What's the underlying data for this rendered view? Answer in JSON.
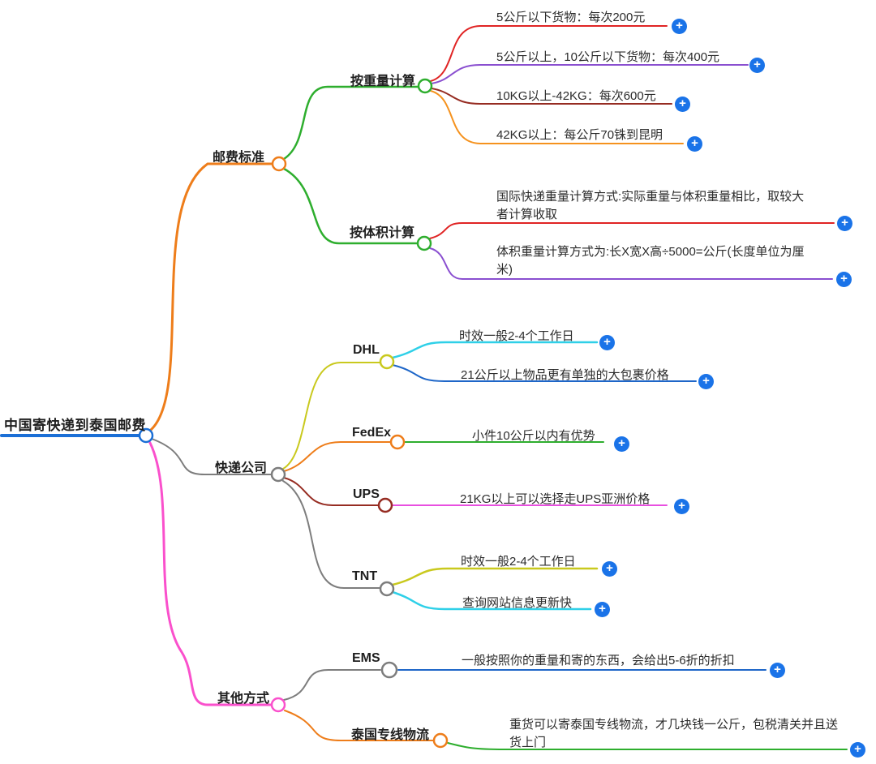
{
  "icons": {
    "plus": "+"
  },
  "colors": {
    "root_blue": "#1b6fd6",
    "orange": "#ee7d1a",
    "light_orange": "#f5921e",
    "gray": "#7d7d7d",
    "magenta": "#fa50cc",
    "pink": "#e84fe0",
    "green": "#2eae2e",
    "red": "#e02424",
    "purple": "#8a4fd0",
    "dark_red": "#962c22",
    "yellow": "#c9c91e",
    "cyan": "#2fd0e8",
    "blue": "#1e66c8",
    "plus_blue": "#1a73e8"
  },
  "root": {
    "label": "中国寄快递到泰国邮费"
  },
  "postage": {
    "label": "邮费标准",
    "by_weight": {
      "label": "按重量计算",
      "items": [
        "5公斤以下货物：每次200元",
        "5公斤以上，10公斤以下货物：每次400元",
        "10KG以上-42KG：每次600元",
        "42KG以上：每公斤70铢到昆明"
      ]
    },
    "by_volume": {
      "label": "按体积计算",
      "items": [
        "国际快递重量计算方式:实际重量与体积重量相比，取较大者计算收取",
        "体积重量计算方式为:长X宽X高÷5000=公斤(长度单位为厘米)"
      ]
    }
  },
  "companies": {
    "label": "快递公司",
    "dhl": {
      "label": "DHL",
      "items": [
        "时效一般2-4个工作日",
        "21公斤以上物品更有单独的大包裹价格"
      ]
    },
    "fedex": {
      "label": "FedEx",
      "items": [
        "小件10公斤以内有优势"
      ]
    },
    "ups": {
      "label": "UPS",
      "items": [
        "21KG以上可以选择走UPS亚洲价格"
      ]
    },
    "tnt": {
      "label": "TNT",
      "items": [
        "时效一般2-4个工作日",
        "查询网站信息更新快"
      ]
    }
  },
  "other": {
    "label": "其他方式",
    "ems": {
      "label": "EMS",
      "items": [
        "一般按照你的重量和寄的东西，会给出5-6折的折扣"
      ]
    },
    "thai_line": {
      "label": "泰国专线物流",
      "items": [
        "重货可以寄泰国专线物流，才几块钱一公斤，包税清关并且送货上门"
      ]
    }
  }
}
